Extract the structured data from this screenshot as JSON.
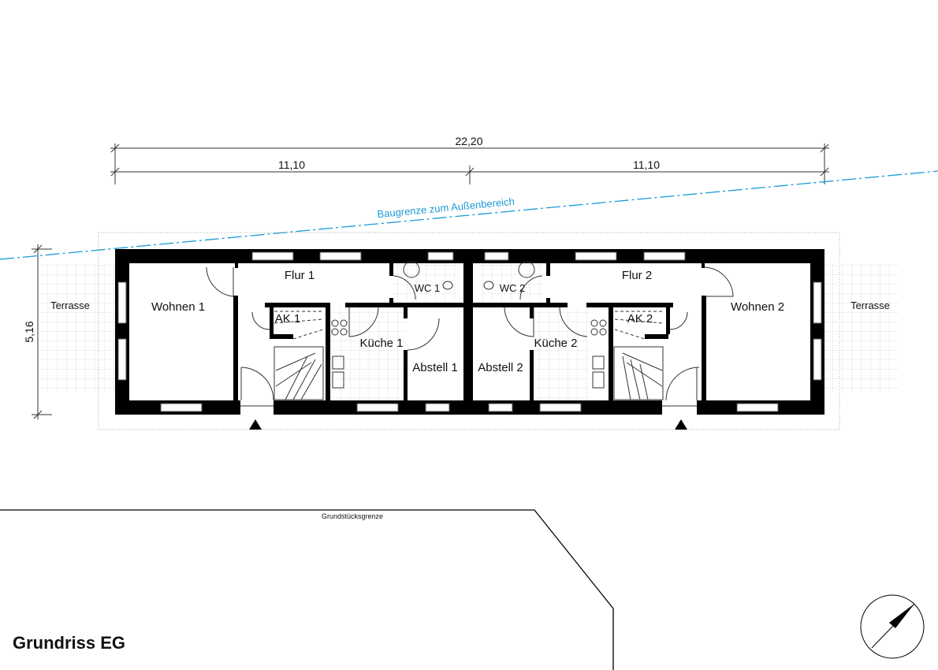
{
  "title": "Grundriss EG",
  "dimensions": {
    "total_width": "22,20",
    "half_width_left": "11,10",
    "half_width_right": "11,10",
    "depth": "5,16"
  },
  "annotations": {
    "building_line": "Baugrenze zum Außenbereich",
    "property_line": "Grundstücksgrenze"
  },
  "rooms": {
    "terrace_left": "Terrasse",
    "wohnen_1": "Wohnen 1",
    "flur_1": "Flur 1",
    "ak_1": "AK 1",
    "wc_1": "WC 1",
    "kueche_1": "Küche 1",
    "abstell_1": "Abstell 1",
    "abstell_2": "Abstell 2",
    "kueche_2": "Küche 2",
    "wc_2": "WC 2",
    "ak_2": "AK 2",
    "flur_2": "Flur 2",
    "wohnen_2": "Wohnen 2",
    "terrace_right": "Terrasse"
  },
  "colors": {
    "building_line": "#1a9ad6",
    "walls": "#000000"
  }
}
